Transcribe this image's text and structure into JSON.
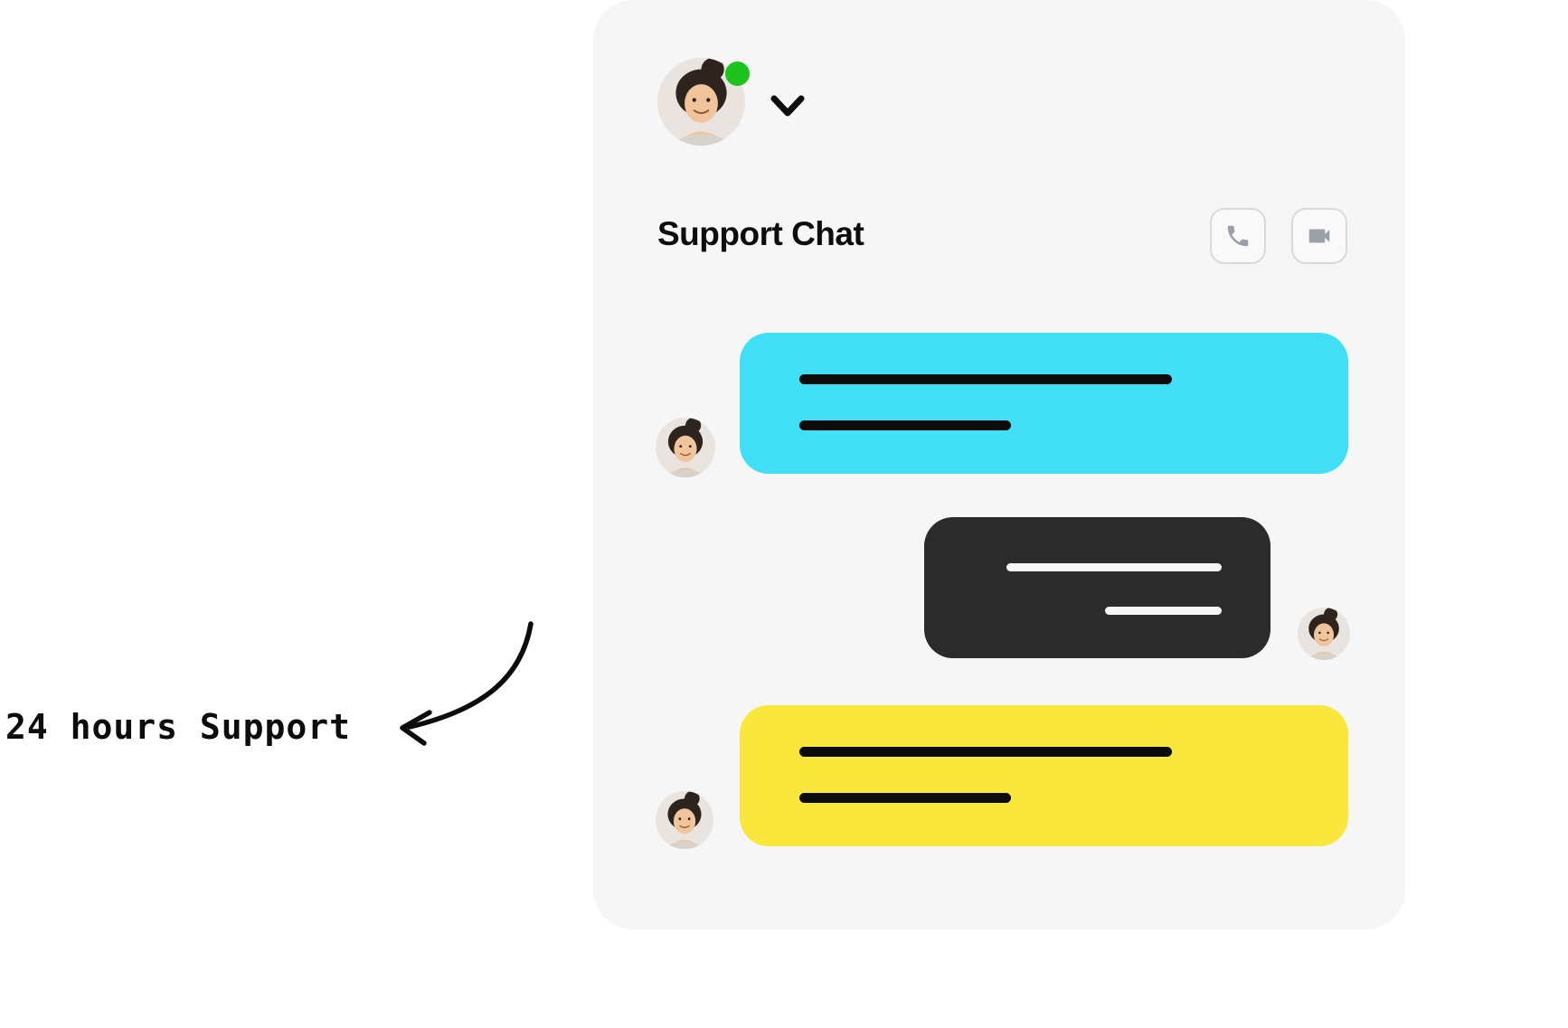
{
  "colors": {
    "panel_bg": "#f6f6f7",
    "bubble_cyan": "#40dff5",
    "bubble_dark": "#2b2b2b",
    "bubble_yellow": "#f9e73c",
    "online_green": "#1ec41e",
    "line_dark": "#0b0b0b",
    "line_light": "#f6f6f6",
    "icon_gray": "#9aa0a8",
    "ink": "#0c0c0c"
  },
  "chat_panel": {
    "header": {
      "title": "Support Chat",
      "status": "online",
      "avatar": "support-agent-photo",
      "actions": [
        {
          "icon": "phone-icon"
        },
        {
          "icon": "video-camera-icon"
        }
      ]
    },
    "messages": [
      {
        "sender": "support-agent",
        "side": "left",
        "bubble": "cyan",
        "placeholder_lines": 2
      },
      {
        "sender": "customer",
        "side": "right",
        "bubble": "dark",
        "placeholder_lines": 2
      },
      {
        "sender": "support-agent",
        "side": "left",
        "bubble": "yellow",
        "placeholder_lines": 2
      }
    ]
  },
  "annotation": {
    "label": "24 hours Support"
  }
}
